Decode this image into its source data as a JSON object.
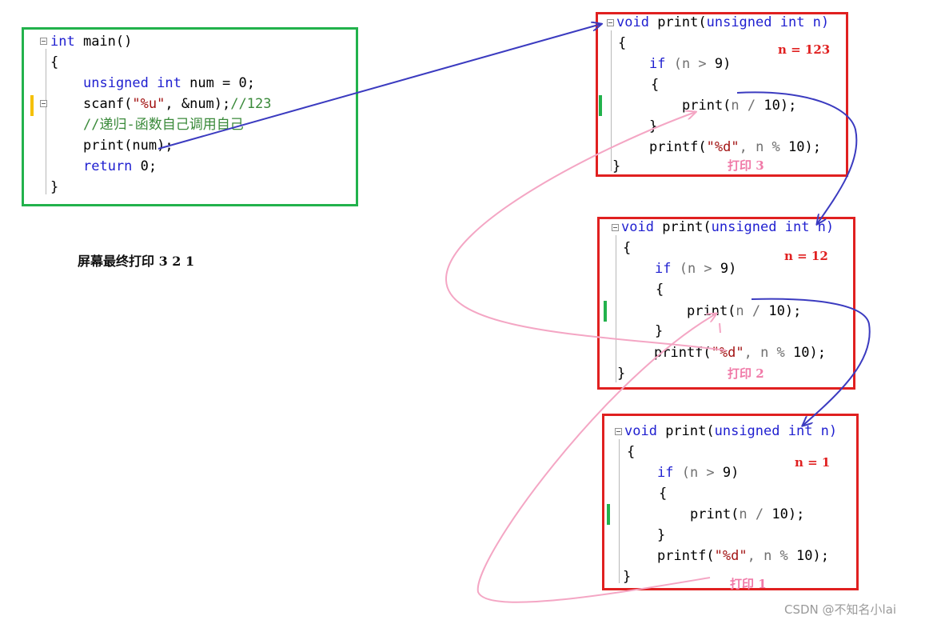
{
  "main_block": {
    "l1_kw": "int",
    "l1_rest": " main()",
    "l2": "{",
    "l3_kw1": "unsigned",
    "l3_kw2": "int",
    "l3_rest": " num = 0;",
    "l4_a": "scanf(",
    "l4_str": "\"%u\"",
    "l4_b": ", &num);",
    "l4_cm": "//123",
    "l5_cm": "//递归-函数自己调用自己",
    "l6": "print(num);",
    "l7_kw": "return",
    "l7_rest": " 0;",
    "l8": "}"
  },
  "print_block": {
    "sig_kw1": "void",
    "sig_name": " print(",
    "sig_kw2": "unsigned int",
    "sig_param": " n)",
    "open": "{",
    "if_kw": "if",
    "if_gray": " (n > ",
    "if_num": "9)",
    "inner_open": "{",
    "call_fn": "print(",
    "call_gray": "n / ",
    "call_end": "10);",
    "inner_close": "}",
    "printf_fn": "printf(",
    "printf_str": "\"%d\"",
    "printf_mid": ", n % ",
    "printf_end": "10);",
    "close": "}"
  },
  "frames": [
    {
      "n_label": "n = 123",
      "print_label": "打印 3"
    },
    {
      "n_label": "n = 12",
      "print_label": "打印 2"
    },
    {
      "n_label": "n = 1",
      "print_label": "打印 1"
    }
  ],
  "note": "屏幕最终打印 3 2 1",
  "watermark": "CSDN @不知名小lai",
  "colors": {
    "call_arrow": "#3b3bc0",
    "return_arrow": "#f4a6c4",
    "frame_border": "#e02020",
    "main_border": "#22b24c"
  }
}
